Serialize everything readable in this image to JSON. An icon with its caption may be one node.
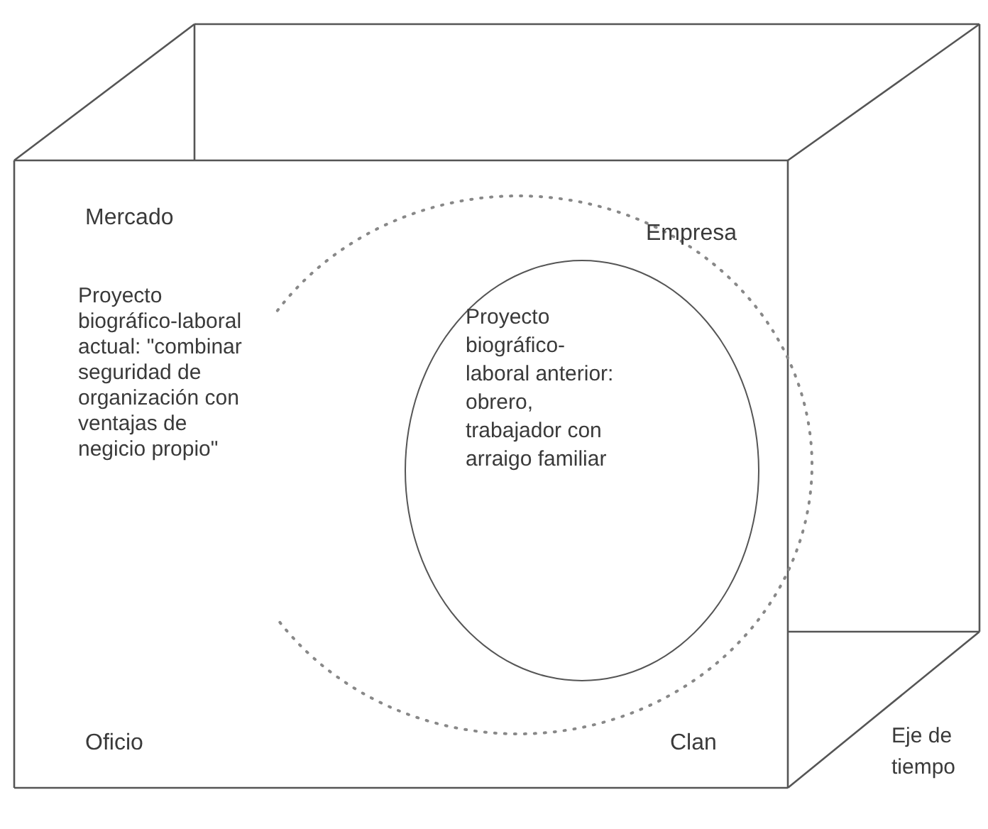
{
  "diagram": {
    "nodes": [
      {
        "text": [],
        "shape": "circle"
      },
      {
        "text": [
          "Proyecto biográfico-laboral anterior: obrero, trabajador con arraigo familiar"
        ],
        "in": 0
      }
    ],
    "labels": [
      "Mercado",
      "Empresa",
      "Proyecto biográfico-laboral actual: \"combinar seguridad de organización con ventajas de negicio propio\"",
      "Oficio",
      "Clan",
      "Eje de tiempo"
    ]
  }
}
